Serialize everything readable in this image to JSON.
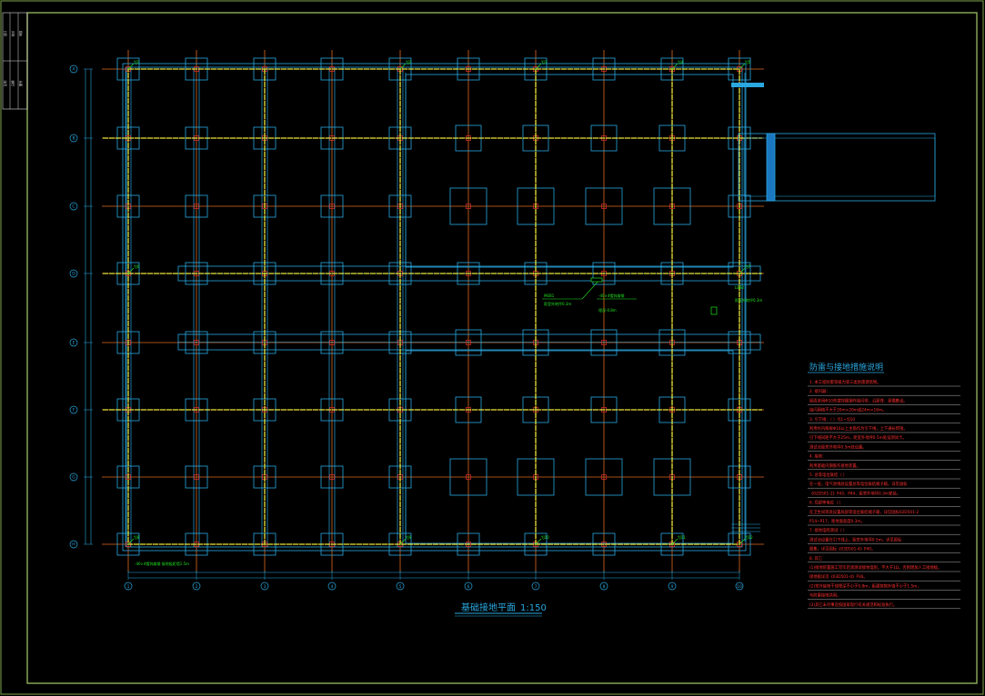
{
  "drawing": {
    "title": "基础接地平面",
    "scale": "1:150",
    "colors": {
      "background": "#000000",
      "frame": "#8fae5a",
      "grid_axis": "#e06a1e",
      "beam": "#2aa8e0",
      "footing": "#2aa8e0",
      "ground_wire": "#e6e63a",
      "marker": "#e03030",
      "annotation": "#20e020",
      "notes_red": "#ff3030",
      "notes_title": "#2aa8e0",
      "dimension": "#2aa8e0"
    },
    "title_block_labels": [
      "设计",
      "校对",
      "审核",
      "比例",
      "日期",
      "图号"
    ],
    "column_axes": [
      "1",
      "2",
      "3",
      "4",
      "5",
      "6",
      "7",
      "8",
      "9",
      "10"
    ],
    "row_axes": [
      "A",
      "B",
      "C",
      "D",
      "E",
      "F",
      "G",
      "H"
    ],
    "junction_labels": [
      "YJ1",
      "YJ2",
      "YJ3",
      "YJ4",
      "YJ5",
      "YJ6",
      "YJ7",
      "YJ8",
      "YJ9",
      "YJ10",
      "YJ11",
      "YJ12",
      "YJ13",
      "YJ14",
      "YJ15",
      "YJ16",
      "YJ17",
      "YJ18",
      "YJ19",
      "YJ20"
    ],
    "callouts": [
      {
        "text": "MEB1"
      },
      {
        "text": "距室外地坪0.3m"
      },
      {
        "text": "-40×4镀锌扁钢"
      },
      {
        "text": "埋深-0.8m"
      },
      {
        "text": "LEB2"
      },
      {
        "text": "距室外地坪0.3m"
      }
    ],
    "bottom_left_note": "-40×4镀锌扁钢 接地极距墙1.5m",
    "notes": {
      "title": "防雷与接地措施说明",
      "lines": [
        "1. 本工程防雷等级为第三类防雷建筑物。",
        "2. 接闪器：",
        "   屋面采用Φ10热镀锌圆钢作接闪带，沿屋脊、屋檐敷设。",
        "   接闪网格不大于20m×20m或24m×16m。",
        "3. 引下线：（    ）YJ1~YJ10",
        "   利用柱内两根Φ16以上主筋作为引下线，上下通长焊接。",
        "   引下线间距不大于25m，距室外地坪0.5m处设测试卡。",
        "   测试点距室外地坪0.5m处设置。",
        "4. 接地：",
        "   利用基础内钢筋作接地装置。",
        "5. 总等电位联结（     ）",
        "   在一层，电气进线处设置总等电位联结端子箱，详见国标",
        "   《02D501-2》P43、P44、距室外地坪0.3m安装。",
        "6. 局部等电位（    ）",
        "   在卫生间等处设置局部等电位联结端子箱，详见国标02D501-2",
        "   P14~P17，距地面高度0.3m。",
        "7. 接地电阻测试（    ）",
        "   测试点设置在引下线上，距室外地坪0.5m，详见国标",
        "   图集，详见国标《03D501-4》P40。",
        "8. 其它",
        "   (1)接地装置施工完毕后须测试接地电阻，不大于1Ω，否则增加人工接地极。",
        "   接地极详见《03D501-4》P36。",
        "   (2)室外接地干线埋深不小于0.8m，距建筑物外墙不小于1.5m，",
        "   与防雷接地共用。",
        "   (3)其它未尽事宜按国家现行有关规范和标准执行。"
      ]
    }
  }
}
